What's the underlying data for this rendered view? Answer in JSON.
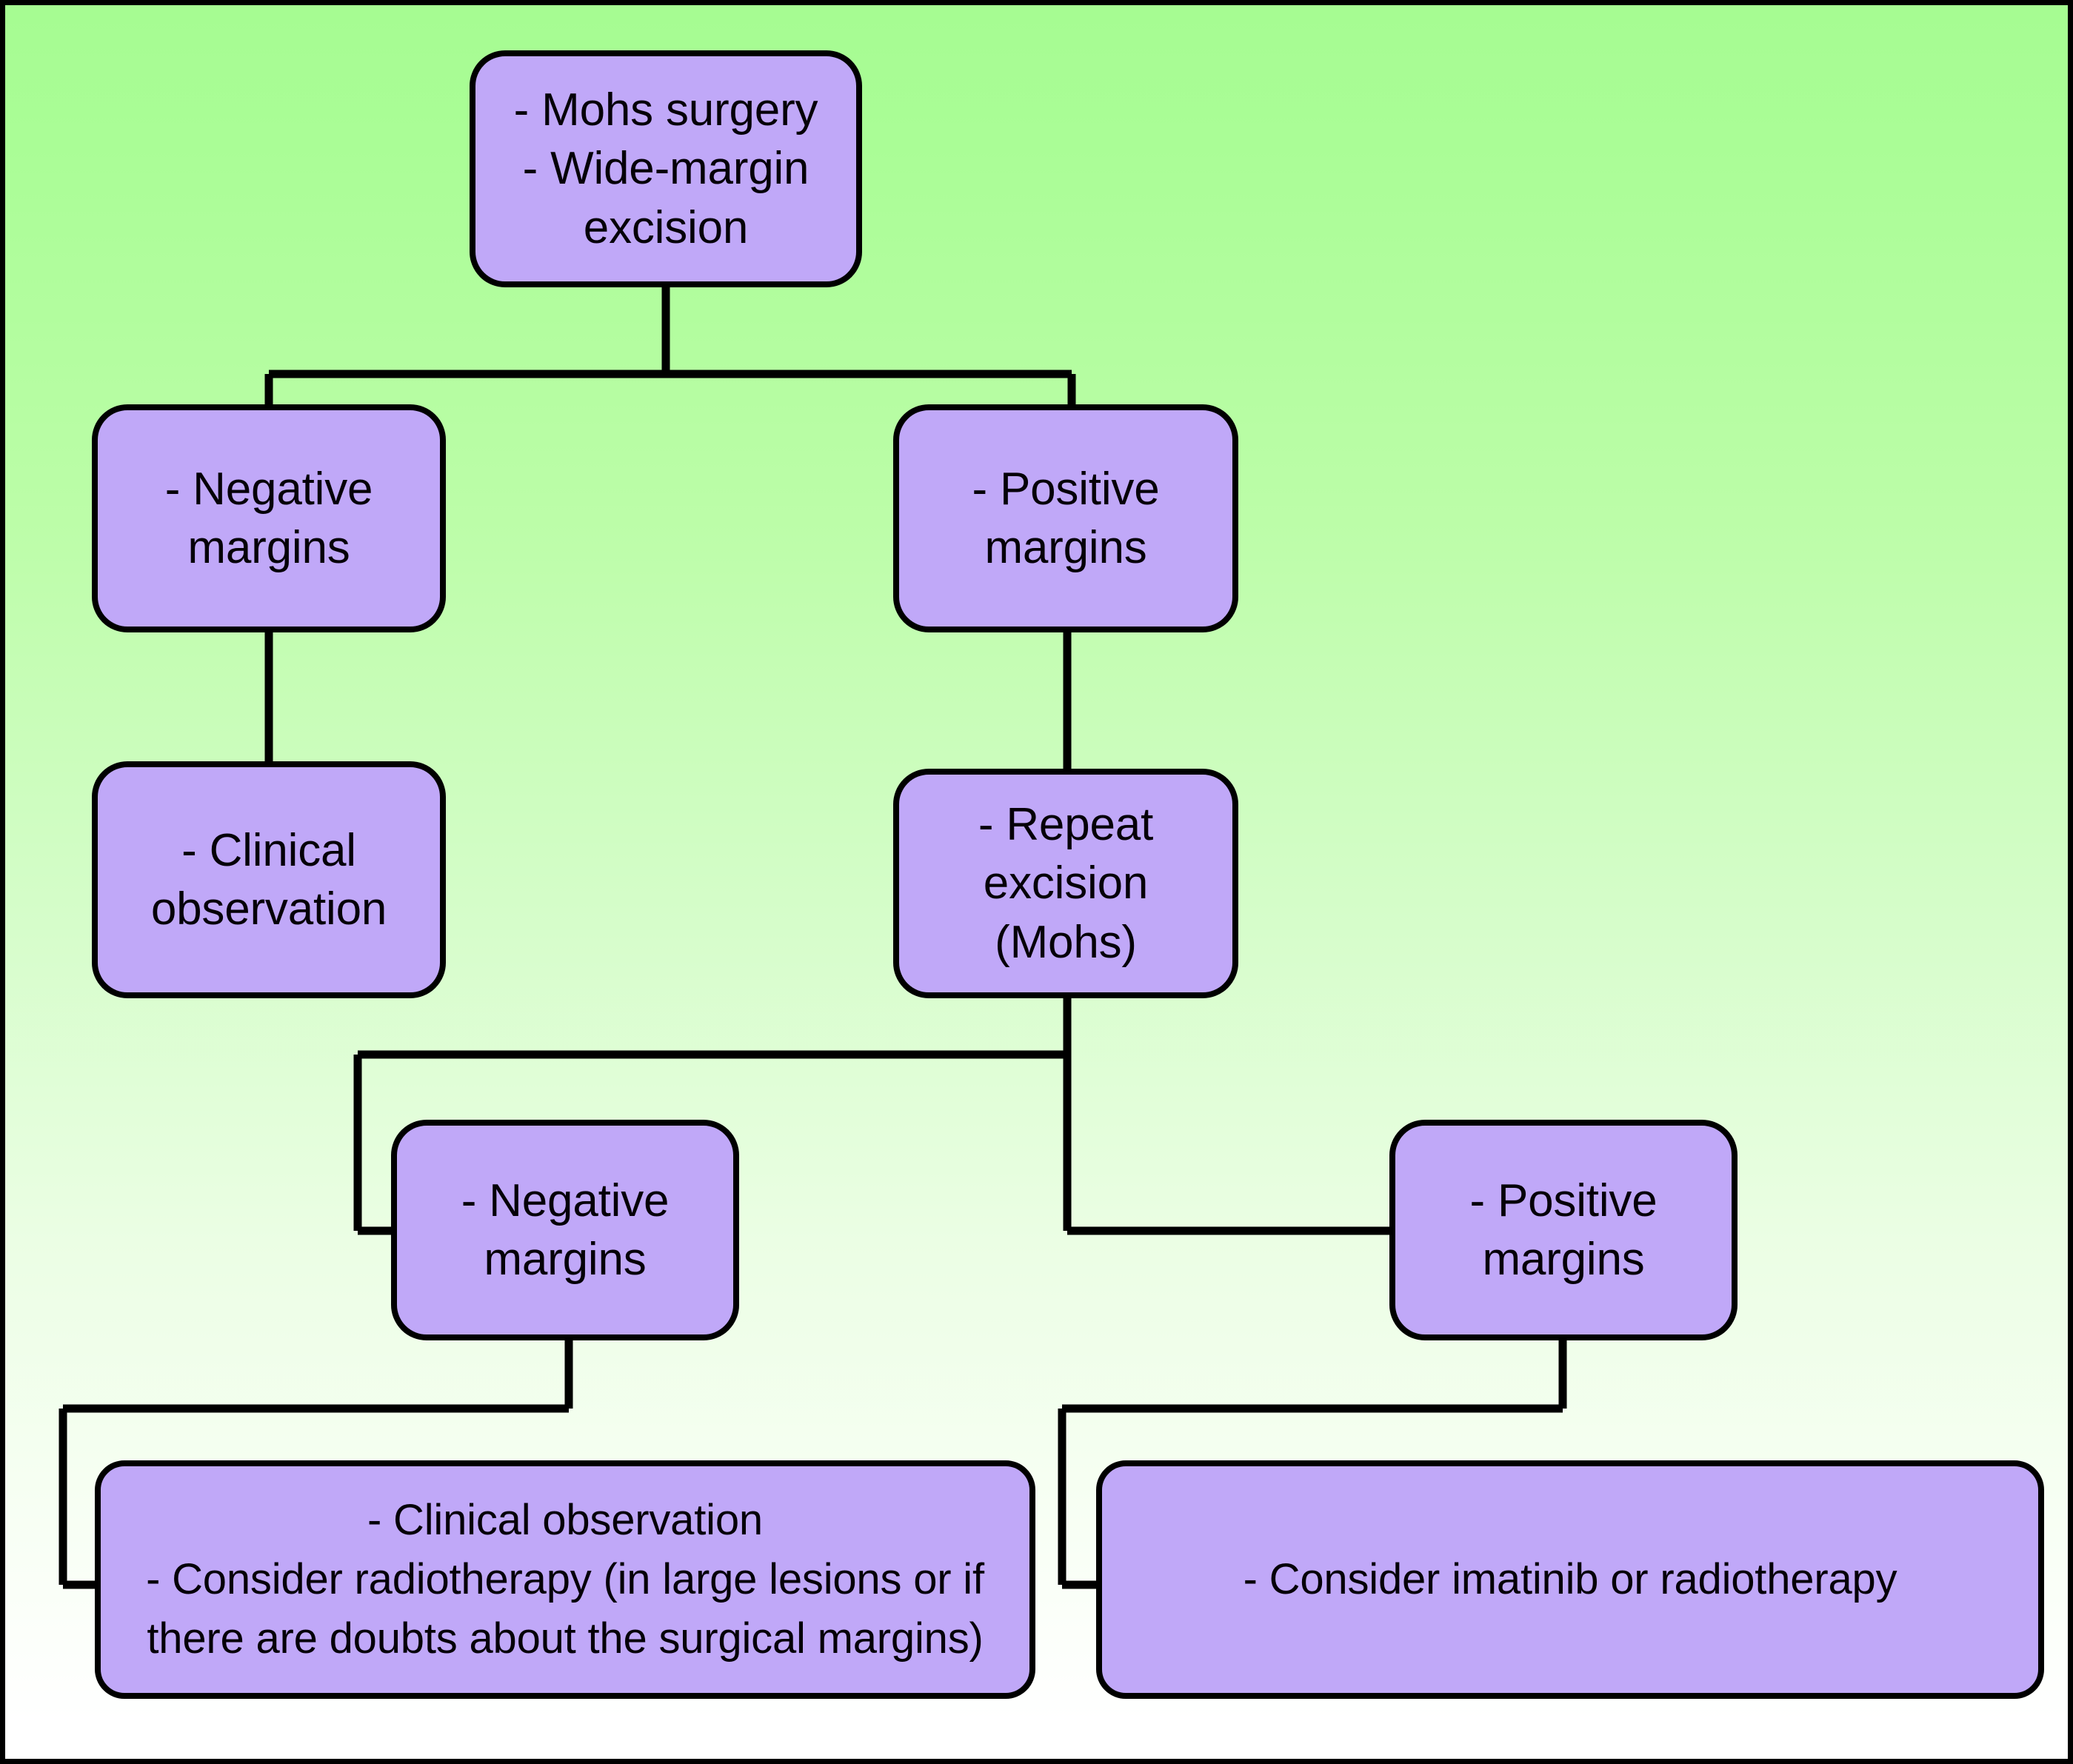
{
  "figure": {
    "kind": "clinical-treatment-flowchart",
    "background_gradient_top": "#a6fc92",
    "background_gradient_bottom": "#ffffff",
    "node_fill": "#c0a8f8",
    "node_border": "#000000",
    "text_color": "#050008"
  },
  "nodes": {
    "primary_surgery": "- Mohs surgery\n- Wide-margin\nexcision",
    "negative_margins_1": "- Negative\nmargins",
    "positive_margins_1": "- Positive\nmargins",
    "clinical_observation_1": "- Clinical\nobservation",
    "repeat_excision": "- Repeat\nexcision\n(Mohs)",
    "negative_margins_2": "- Negative\nmargins",
    "positive_margins_2": "- Positive\nmargins",
    "observation_radiotherapy": "- Clinical observation\n- Consider radiotherapy (in large lesions or if\nthere are doubts about the surgical margins)",
    "imatinib_radiotherapy": "- Consider imatinib or radiotherapy"
  },
  "edges": [
    {
      "id": "primary-to-split",
      "from": "primary_surgery",
      "to": "split-bar-1"
    },
    {
      "id": "split-to-negative-1",
      "from": "split-bar-1",
      "to": "negative_margins_1"
    },
    {
      "id": "split-to-positive-1",
      "from": "split-bar-1",
      "to": "positive_margins_1"
    },
    {
      "id": "negative-1-to-clinical",
      "from": "negative_margins_1",
      "to": "clinical_observation_1"
    },
    {
      "id": "positive-1-to-repeat",
      "from": "positive_margins_1",
      "to": "repeat_excision"
    },
    {
      "id": "repeat-to-negative-2",
      "from": "repeat_excision",
      "to": "negative_margins_2"
    },
    {
      "id": "repeat-to-positive-2",
      "from": "repeat_excision",
      "to": "positive_margins_2"
    },
    {
      "id": "negative-2-to-observation",
      "from": "negative_margins_2",
      "to": "observation_radiotherapy"
    },
    {
      "id": "positive-2-to-imatinib",
      "from": "positive_margins_2",
      "to": "imatinib_radiotherapy"
    }
  ]
}
